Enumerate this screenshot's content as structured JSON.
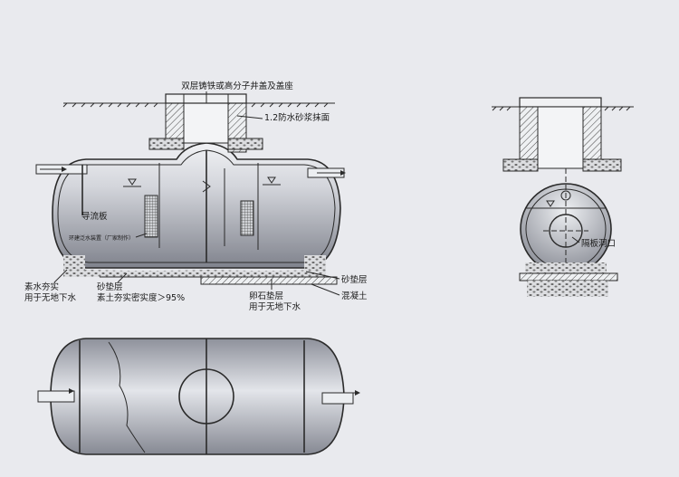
{
  "labels": {
    "cover": "双层铸铁或高分子井盖及盖座",
    "waterproof": "1.2防水砂浆抹面",
    "baffle": "导流板",
    "treatment": "环建泛水装置（厂家制作）",
    "plain_soil": "素水夯实",
    "plain_soil_note": "用于无地下水",
    "sand_cushion": "砂垫层",
    "compaction": "素土夯实密实度＞95%",
    "sand_cushion_right": "砂垫层",
    "gravel_cushion": "卵石垫层",
    "gravel_note": "用于无地下水",
    "concrete": "混凝土",
    "partition_hole": "隔板洞口"
  },
  "colors": {
    "background": "#e9eaee",
    "tank_top": "#eef0f3",
    "tank_bottom": "#8a8d96",
    "line": "#2a2a2a"
  }
}
